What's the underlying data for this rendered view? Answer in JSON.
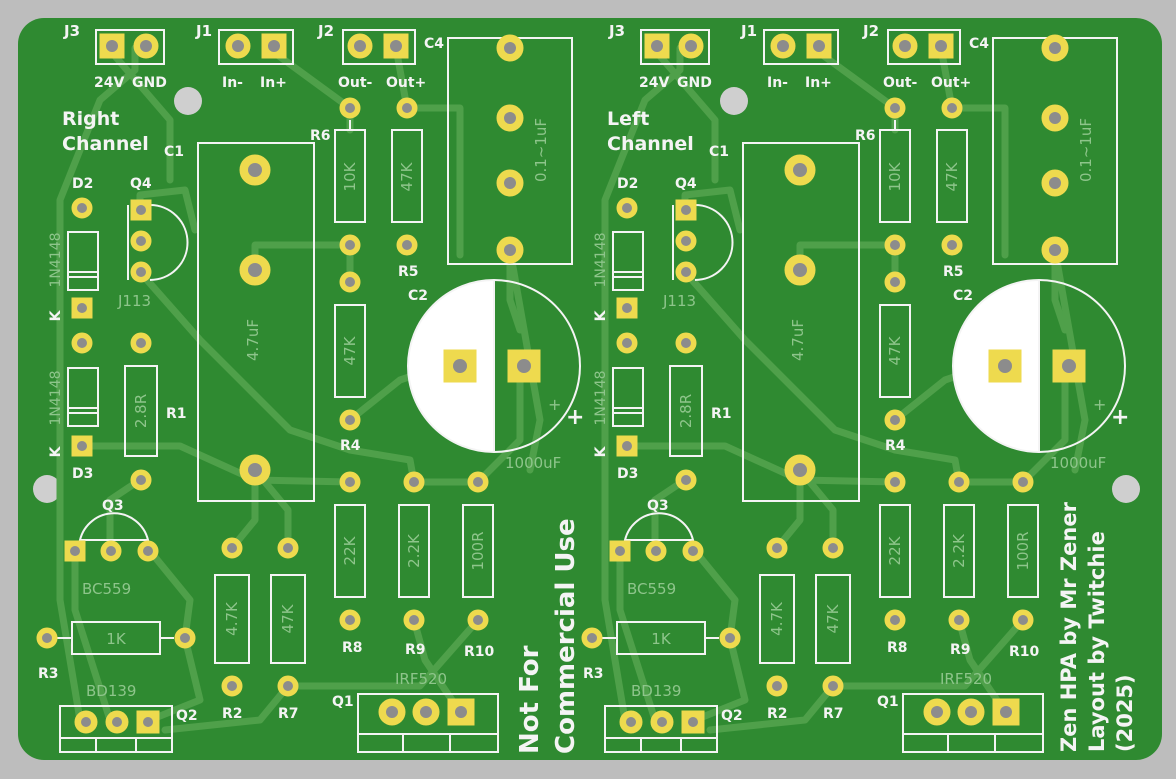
{
  "colors": {
    "board": "#2f8a31",
    "trace": "#4fa04a",
    "silkscreen": "#f4f4f4",
    "pad": "#eeda4e",
    "fab_text": "#8ec58b",
    "background": "#bdbdbd"
  },
  "channels": [
    {
      "name_line1": "Right",
      "name_line2": "Channel",
      "connectors": {
        "J3": {
          "ref": "J3",
          "pin1": "24V",
          "pin2": "GND"
        },
        "J1": {
          "ref": "J1",
          "pin1": "In-",
          "pin2": "In+"
        },
        "J2": {
          "ref": "J2",
          "pin1": "Out-",
          "pin2": "Out+"
        }
      },
      "parts": {
        "C1": {
          "ref": "C1",
          "value": "4.7uF"
        },
        "C2": {
          "ref": "C2",
          "value": "1000uF"
        },
        "C4": {
          "ref": "C4",
          "value": "0.1~1uF"
        },
        "D2": {
          "ref": "D2",
          "value": "1N4148",
          "mark": "K"
        },
        "D3": {
          "ref": "D3",
          "value": "1N4148",
          "mark": "K"
        },
        "Q1": {
          "ref": "Q1",
          "value": "IRF520"
        },
        "Q2": {
          "ref": "Q2",
          "value": "BD139"
        },
        "Q3": {
          "ref": "Q3",
          "value": "BC559"
        },
        "Q4": {
          "ref": "Q4",
          "value": "J113"
        },
        "R1": {
          "ref": "R1",
          "value": "2.8R"
        },
        "R2": {
          "ref": "R2",
          "value": "4.7K"
        },
        "R3": {
          "ref": "R3",
          "value": "1K"
        },
        "R4": {
          "ref": "R4",
          "value": "47K"
        },
        "R5": {
          "ref": "R5",
          "value": "47K"
        },
        "R6": {
          "ref": "R6",
          "value": "10K"
        },
        "R7": {
          "ref": "R7",
          "value": "47K"
        },
        "R8": {
          "ref": "R8",
          "value": "22K"
        },
        "R9": {
          "ref": "R9",
          "value": "2.2K"
        },
        "R10": {
          "ref": "R10",
          "value": "100R"
        }
      },
      "plus_mark": "+"
    },
    {
      "name_line1": "Left",
      "name_line2": "Channel",
      "connectors": {
        "J3": {
          "ref": "J3",
          "pin1": "24V",
          "pin2": "GND"
        },
        "J1": {
          "ref": "J1",
          "pin1": "In-",
          "pin2": "In+"
        },
        "J2": {
          "ref": "J2",
          "pin1": "Out-",
          "pin2": "Out+"
        }
      },
      "parts": {
        "C1": {
          "ref": "C1",
          "value": "4.7uF"
        },
        "C2": {
          "ref": "C2",
          "value": "1000uF"
        },
        "C4": {
          "ref": "C4",
          "value": "0.1~1uF"
        },
        "D2": {
          "ref": "D2",
          "value": "1N4148",
          "mark": "K"
        },
        "D3": {
          "ref": "D3",
          "value": "1N4148",
          "mark": "K"
        },
        "Q1": {
          "ref": "Q1",
          "value": "IRF520"
        },
        "Q2": {
          "ref": "Q2",
          "value": "BD139"
        },
        "Q3": {
          "ref": "Q3",
          "value": "BC559"
        },
        "Q4": {
          "ref": "Q4",
          "value": "J113"
        },
        "R1": {
          "ref": "R1",
          "value": "2.8R"
        },
        "R2": {
          "ref": "R2",
          "value": "4.7K"
        },
        "R3": {
          "ref": "R3",
          "value": "1K"
        },
        "R4": {
          "ref": "R4",
          "value": "47K"
        },
        "R5": {
          "ref": "R5",
          "value": "47K"
        },
        "R6": {
          "ref": "R6",
          "value": "10K"
        },
        "R7": {
          "ref": "R7",
          "value": "47K"
        },
        "R8": {
          "ref": "R8",
          "value": "22K"
        },
        "R9": {
          "ref": "R9",
          "value": "2.2K"
        },
        "R10": {
          "ref": "R10",
          "value": "100R"
        }
      },
      "plus_mark": "+"
    }
  ],
  "notice": {
    "line1": "Not For",
    "line2": "Commercial Use"
  },
  "credits": {
    "line1": "Zen HPA by Mr Zener",
    "line2": "Layout by Twitchie",
    "line3": "(2025)"
  }
}
